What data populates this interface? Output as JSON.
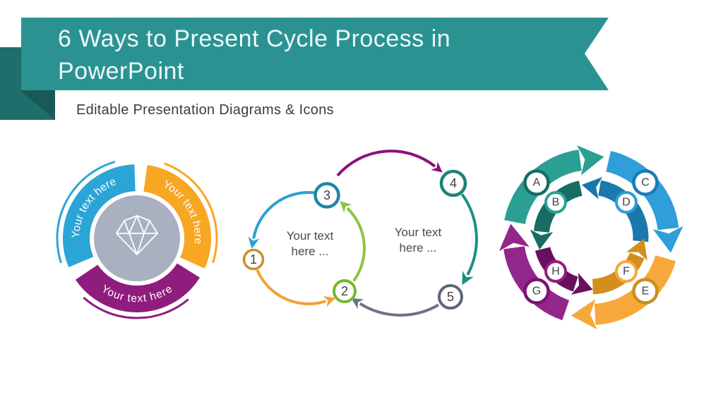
{
  "header": {
    "title_line1": "6 Ways to Present Cycle Process in",
    "title_line2": "PowerPoint",
    "subtitle": "Editable Presentation Diagrams & Icons"
  },
  "colors": {
    "ribbon_teal": "#2a9392",
    "ribbon_tab_dark": "#1e6e6b",
    "ribbon_fold_darker": "#1a5a56",
    "title_text": "#eef7f7",
    "subtitle_text": "#3d3d3d",
    "segment_blue": "#2ba5d6",
    "segment_orange": "#f7a722",
    "segment_purple": "#8e1d7e",
    "segment_center_gray": "#a9b1c0",
    "cycle_blue": "#2e9fd4",
    "cycle_orange": "#f0a236",
    "cycle_green": "#8cc63f",
    "cycle_teal": "#1b9183",
    "cycle_gray": "#6b7584",
    "cycle_purple": "#8c0f79",
    "ring_outer_teal": "#2b9f93",
    "ring_inner_teal": "#186c64",
    "ring_outer_blue": "#2f9ed9",
    "ring_inner_blue": "#1a78ad",
    "ring_outer_amber": "#f6a93a",
    "ring_inner_amber": "#d28f1e",
    "ring_outer_purple": "#93268b",
    "ring_inner_purple": "#6a0f5f"
  },
  "diagrams": {
    "segment_cycle": {
      "labels": [
        "Your text here",
        "Your text here",
        "Your text here"
      ],
      "center_icon": "diamond"
    },
    "numbered_cycle": {
      "nodes": [
        "1",
        "2",
        "3",
        "4",
        "5"
      ],
      "left_text": [
        "Your text",
        "here ..."
      ],
      "right_text": [
        "Your text",
        "here ..."
      ]
    },
    "ring_cycle": {
      "nodes": [
        "A",
        "B",
        "C",
        "D",
        "E",
        "F",
        "G",
        "H"
      ]
    }
  }
}
